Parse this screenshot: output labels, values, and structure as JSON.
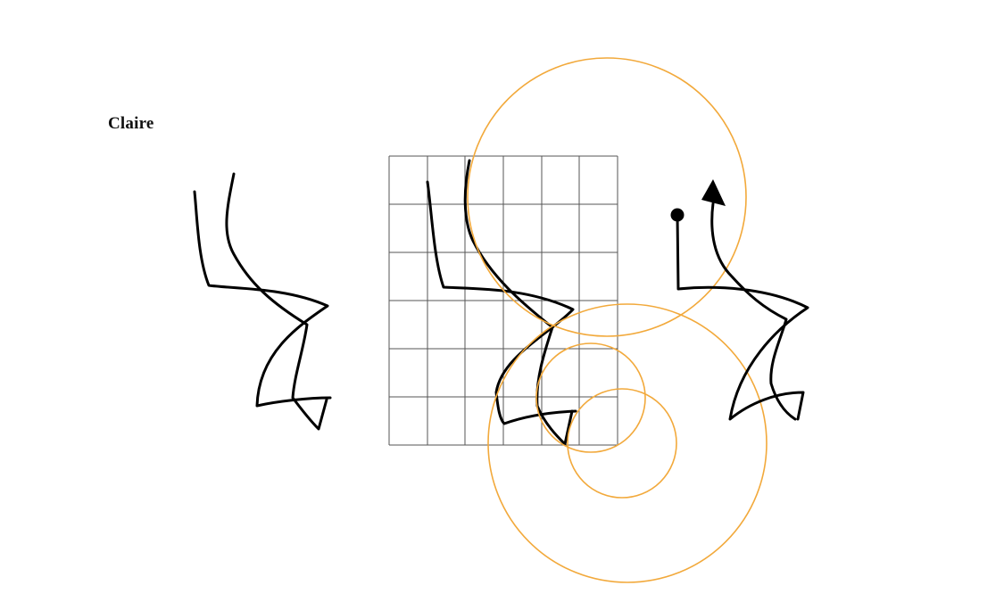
{
  "label": {
    "name": "Claire"
  },
  "colors": {
    "ink": "#000000",
    "grid": "#555555",
    "guide_circle": "#F2A93B",
    "background": "#FFFFFF"
  },
  "figures": [
    {
      "id": "original-stroke",
      "description_visible": false
    },
    {
      "id": "gridded-stroke",
      "grid_columns": 6,
      "grid_rows": 6
    },
    {
      "id": "stroke-order",
      "has_start_dot": true,
      "has_direction_arrow": true
    }
  ],
  "guide_circles_count": 4
}
